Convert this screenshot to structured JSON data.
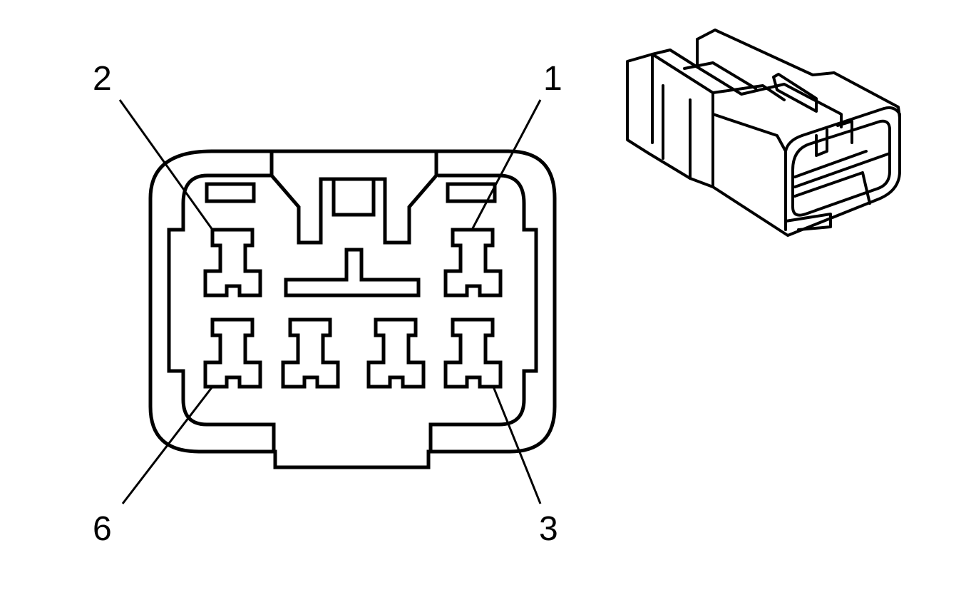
{
  "colors": {
    "stroke": "#000000",
    "background": "#ffffff"
  },
  "callouts": {
    "pin1": "1",
    "pin2": "2",
    "pin3": "3",
    "pin6": "6"
  }
}
